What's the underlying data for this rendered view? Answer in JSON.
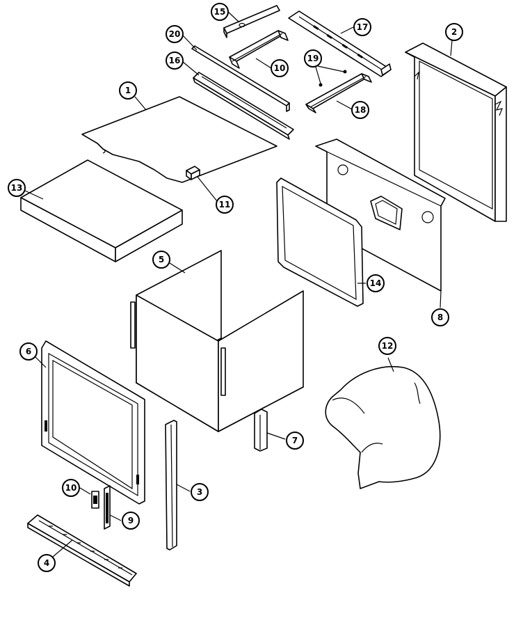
{
  "diagram": {
    "callouts": [
      {
        "id": "c15",
        "label": "15"
      },
      {
        "id": "c17",
        "label": "17"
      },
      {
        "id": "c20",
        "label": "20"
      },
      {
        "id": "c10a",
        "label": "10"
      },
      {
        "id": "c16",
        "label": "16"
      },
      {
        "id": "c19",
        "label": "19"
      },
      {
        "id": "c18",
        "label": "18"
      },
      {
        "id": "c2",
        "label": "2"
      },
      {
        "id": "c1",
        "label": "1"
      },
      {
        "id": "c13",
        "label": "13"
      },
      {
        "id": "c11",
        "label": "11"
      },
      {
        "id": "c5",
        "label": "5"
      },
      {
        "id": "c14",
        "label": "14"
      },
      {
        "id": "c8",
        "label": "8"
      },
      {
        "id": "c6",
        "label": "6"
      },
      {
        "id": "c12",
        "label": "12"
      },
      {
        "id": "c7",
        "label": "7"
      },
      {
        "id": "c3",
        "label": "3"
      },
      {
        "id": "c10b",
        "label": "10"
      },
      {
        "id": "c9",
        "label": "9"
      },
      {
        "id": "c4",
        "label": "4"
      }
    ]
  }
}
